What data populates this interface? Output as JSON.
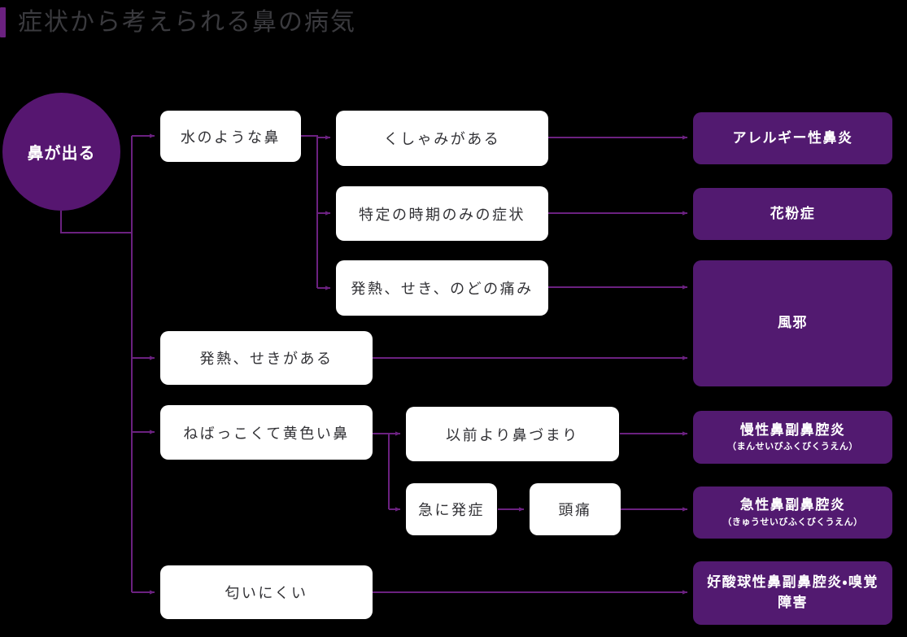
{
  "header": {
    "title": "症状から考えられる鼻の病気",
    "accent_color": "#6B2180",
    "title_color": "#3A3A3E"
  },
  "theme": {
    "background": "#000000",
    "line_color": "#6B2180",
    "root_fill": "#561670",
    "symptom_fill": "#FFFFFF",
    "symptom_text": "#323236",
    "disease_fill": "#521A70",
    "disease_text": "#FFFFFF"
  },
  "diagram": {
    "type": "flowchart",
    "root": {
      "label": "鼻が出る"
    },
    "columns": {
      "col1_symptoms": [
        {
          "id": "s1",
          "label": "水のような鼻"
        },
        {
          "id": "s2",
          "label": "発熱、せきがある"
        },
        {
          "id": "s3",
          "label": "ねばっこくて黄色い鼻"
        },
        {
          "id": "s4",
          "label": "匂いにくい"
        }
      ],
      "col2_symptoms": [
        {
          "id": "t1",
          "label": "くしゃみがある"
        },
        {
          "id": "t2",
          "label": "特定の時期のみの症状"
        },
        {
          "id": "t3",
          "label": "発熱、せき、のどの痛み"
        },
        {
          "id": "t4",
          "label": "以前より鼻づまり"
        },
        {
          "id": "t5",
          "label": "急に発症"
        }
      ],
      "col3_symptoms": [
        {
          "id": "u1",
          "label": "頭痛"
        }
      ],
      "diseases": [
        {
          "id": "d1",
          "label": "アレルギー性鼻炎",
          "ruby": ""
        },
        {
          "id": "d2",
          "label": "花粉症",
          "ruby": ""
        },
        {
          "id": "d3",
          "label": "風邪",
          "ruby": ""
        },
        {
          "id": "d4",
          "label": "慢性鼻副鼻腔炎",
          "ruby": "（まんせいびふくびくうえん）"
        },
        {
          "id": "d5",
          "label": "急性鼻副鼻腔炎",
          "ruby": "（きゅうせいびふくびくうえん）"
        },
        {
          "id": "d6",
          "label": "好酸球性鼻副鼻腔炎・嗅覚障害",
          "ruby": ""
        }
      ]
    },
    "edges": [
      {
        "from": "root",
        "to": "s1"
      },
      {
        "from": "root",
        "to": "s2"
      },
      {
        "from": "root",
        "to": "s3"
      },
      {
        "from": "root",
        "to": "s4"
      },
      {
        "from": "s1",
        "to": "t1"
      },
      {
        "from": "s1",
        "to": "t2"
      },
      {
        "from": "s1",
        "to": "t3"
      },
      {
        "from": "t1",
        "to": "d1"
      },
      {
        "from": "t2",
        "to": "d2"
      },
      {
        "from": "t3",
        "to": "d3"
      },
      {
        "from": "s2",
        "to": "d3"
      },
      {
        "from": "s3",
        "to": "t4"
      },
      {
        "from": "s3",
        "to": "t5"
      },
      {
        "from": "t4",
        "to": "d4"
      },
      {
        "from": "t5",
        "to": "u1"
      },
      {
        "from": "u1",
        "to": "d5"
      },
      {
        "from": "s4",
        "to": "d6"
      }
    ]
  }
}
